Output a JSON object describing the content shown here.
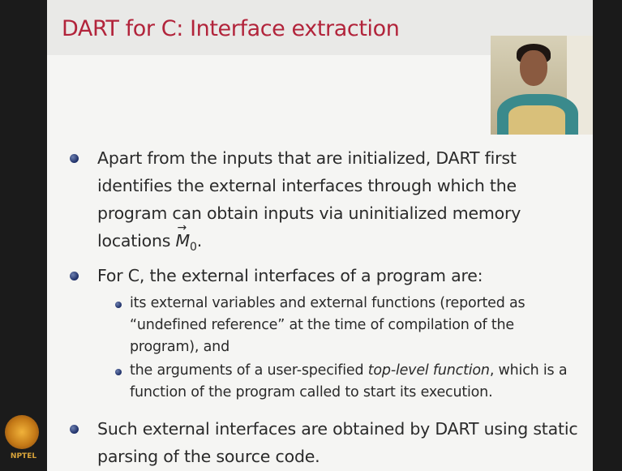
{
  "slide": {
    "title": "DART for C: Interface extraction",
    "bullets": {
      "b1": {
        "before_vec": "Apart from the inputs that are initialized, DART first identifies the external interfaces through which the program can obtain inputs via uninitialized memory locations ",
        "vec_symbol": "M",
        "vec_sub": "0",
        "after": "."
      },
      "b2": {
        "text": "For C, the external interfaces of a program are:",
        "sub1": "its external variables and external functions (reported as “undefined reference” at the time of compilation of the program), and",
        "sub2_before": "the arguments of a user-specified ",
        "sub2_emph": "top-level function",
        "sub2_after": ", which is a function of the program called to start its execution."
      },
      "b3": {
        "text": "Such external interfaces are obtained by DART using static parsing of the source code."
      }
    }
  },
  "branding": {
    "logo_text": "NPTEL"
  }
}
